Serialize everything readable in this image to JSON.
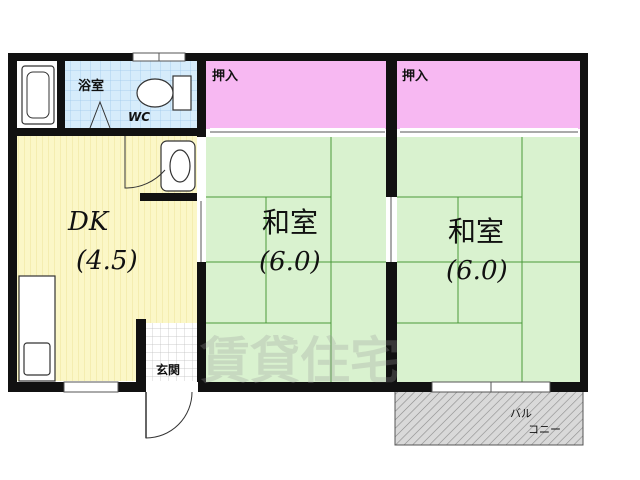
{
  "rooms": {
    "bath": {
      "label": "浴室"
    },
    "wc": {
      "label": "WC"
    },
    "closet_left": {
      "label": "押入"
    },
    "closet_right": {
      "label": "押入"
    },
    "dk": {
      "name": "DK",
      "size": "(4.5)"
    },
    "washitsu_left": {
      "name": "和室",
      "size": "(6.0)"
    },
    "washitsu_right": {
      "name": "和室",
      "size": "(6.0)"
    },
    "genkan": {
      "label": "玄関"
    },
    "balcony": {
      "line1": "バル",
      "line2": "コニー"
    }
  },
  "watermark": {
    "text": "賃貸住宅"
  },
  "colors": {
    "wall": "#111111",
    "tatami": "#d9f2cf",
    "tatami_line": "#4a9a3a",
    "closet": "#f7b8f2",
    "dk_floor": "#fbf7c7",
    "dk_line": "#e6dd8a",
    "bath_tile": "#d6ecfb",
    "balcony": "#d9d9d9"
  }
}
